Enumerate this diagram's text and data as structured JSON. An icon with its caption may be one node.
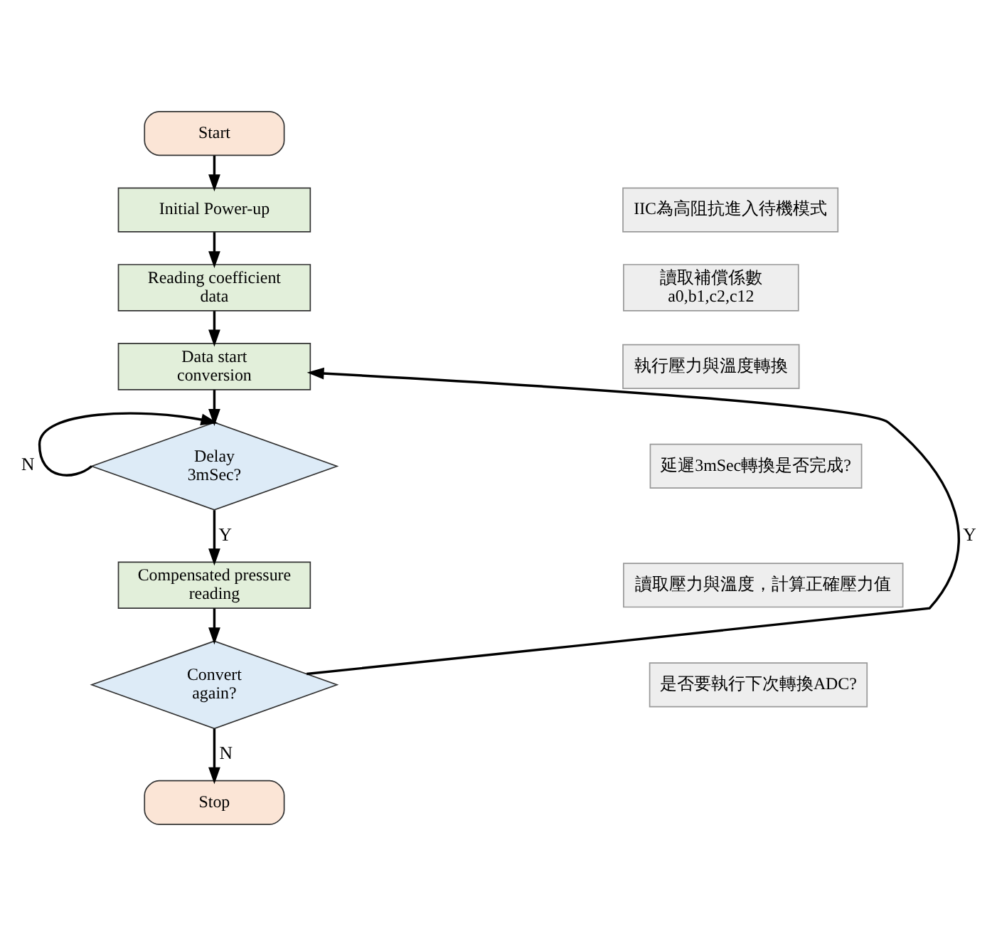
{
  "diagram": {
    "nodes": [
      {
        "text": [
          "Start"
        ]
      },
      {
        "text": [
          "Initial Power-up"
        ]
      },
      {
        "text": [
          "Reading coefficient data"
        ]
      },
      {
        "text": [
          "Data start conversion"
        ]
      },
      {
        "text": [
          "Delay 3mSec?"
        ]
      },
      {
        "text": [
          "Compensated pressure reading"
        ]
      },
      {
        "text": [
          "Convert again?"
        ]
      },
      {
        "text": [
          "Stop"
        ]
      },
      {
        "text": [
          "IIC為高阻抗進入待機模式"
        ]
      },
      {
        "text": [
          "讀取補償係數 a0,b1,c2,c12"
        ]
      },
      {
        "text": [
          "執行壓力與溫度轉換"
        ]
      },
      {
        "text": [
          "延遲3mSec轉換是否完成?"
        ]
      },
      {
        "text": [
          "讀取壓力與溫度，計算正確壓力值"
        ]
      },
      {
        "text": [
          "是否要執行下次轉換ADC?"
        ]
      }
    ],
    "edges": [
      {
        "from": 0,
        "to": 1,
        "arrow": "to"
      },
      {
        "from": 1,
        "to": 2,
        "arrow": "to"
      },
      {
        "from": 2,
        "to": 3,
        "arrow": "to"
      },
      {
        "from": 3,
        "to": 4,
        "arrow": "to"
      },
      {
        "from": 4,
        "to": 4,
        "arrow": "to",
        "label": "N"
      },
      {
        "from": 4,
        "to": 5,
        "arrow": "to",
        "label": "Y"
      },
      {
        "from": 5,
        "to": 6,
        "arrow": "to"
      },
      {
        "from": 6,
        "to": 3,
        "arrow": "to",
        "label": "Y"
      },
      {
        "from": 6,
        "to": 7,
        "arrow": "to",
        "label": "N"
      }
    ]
  }
}
